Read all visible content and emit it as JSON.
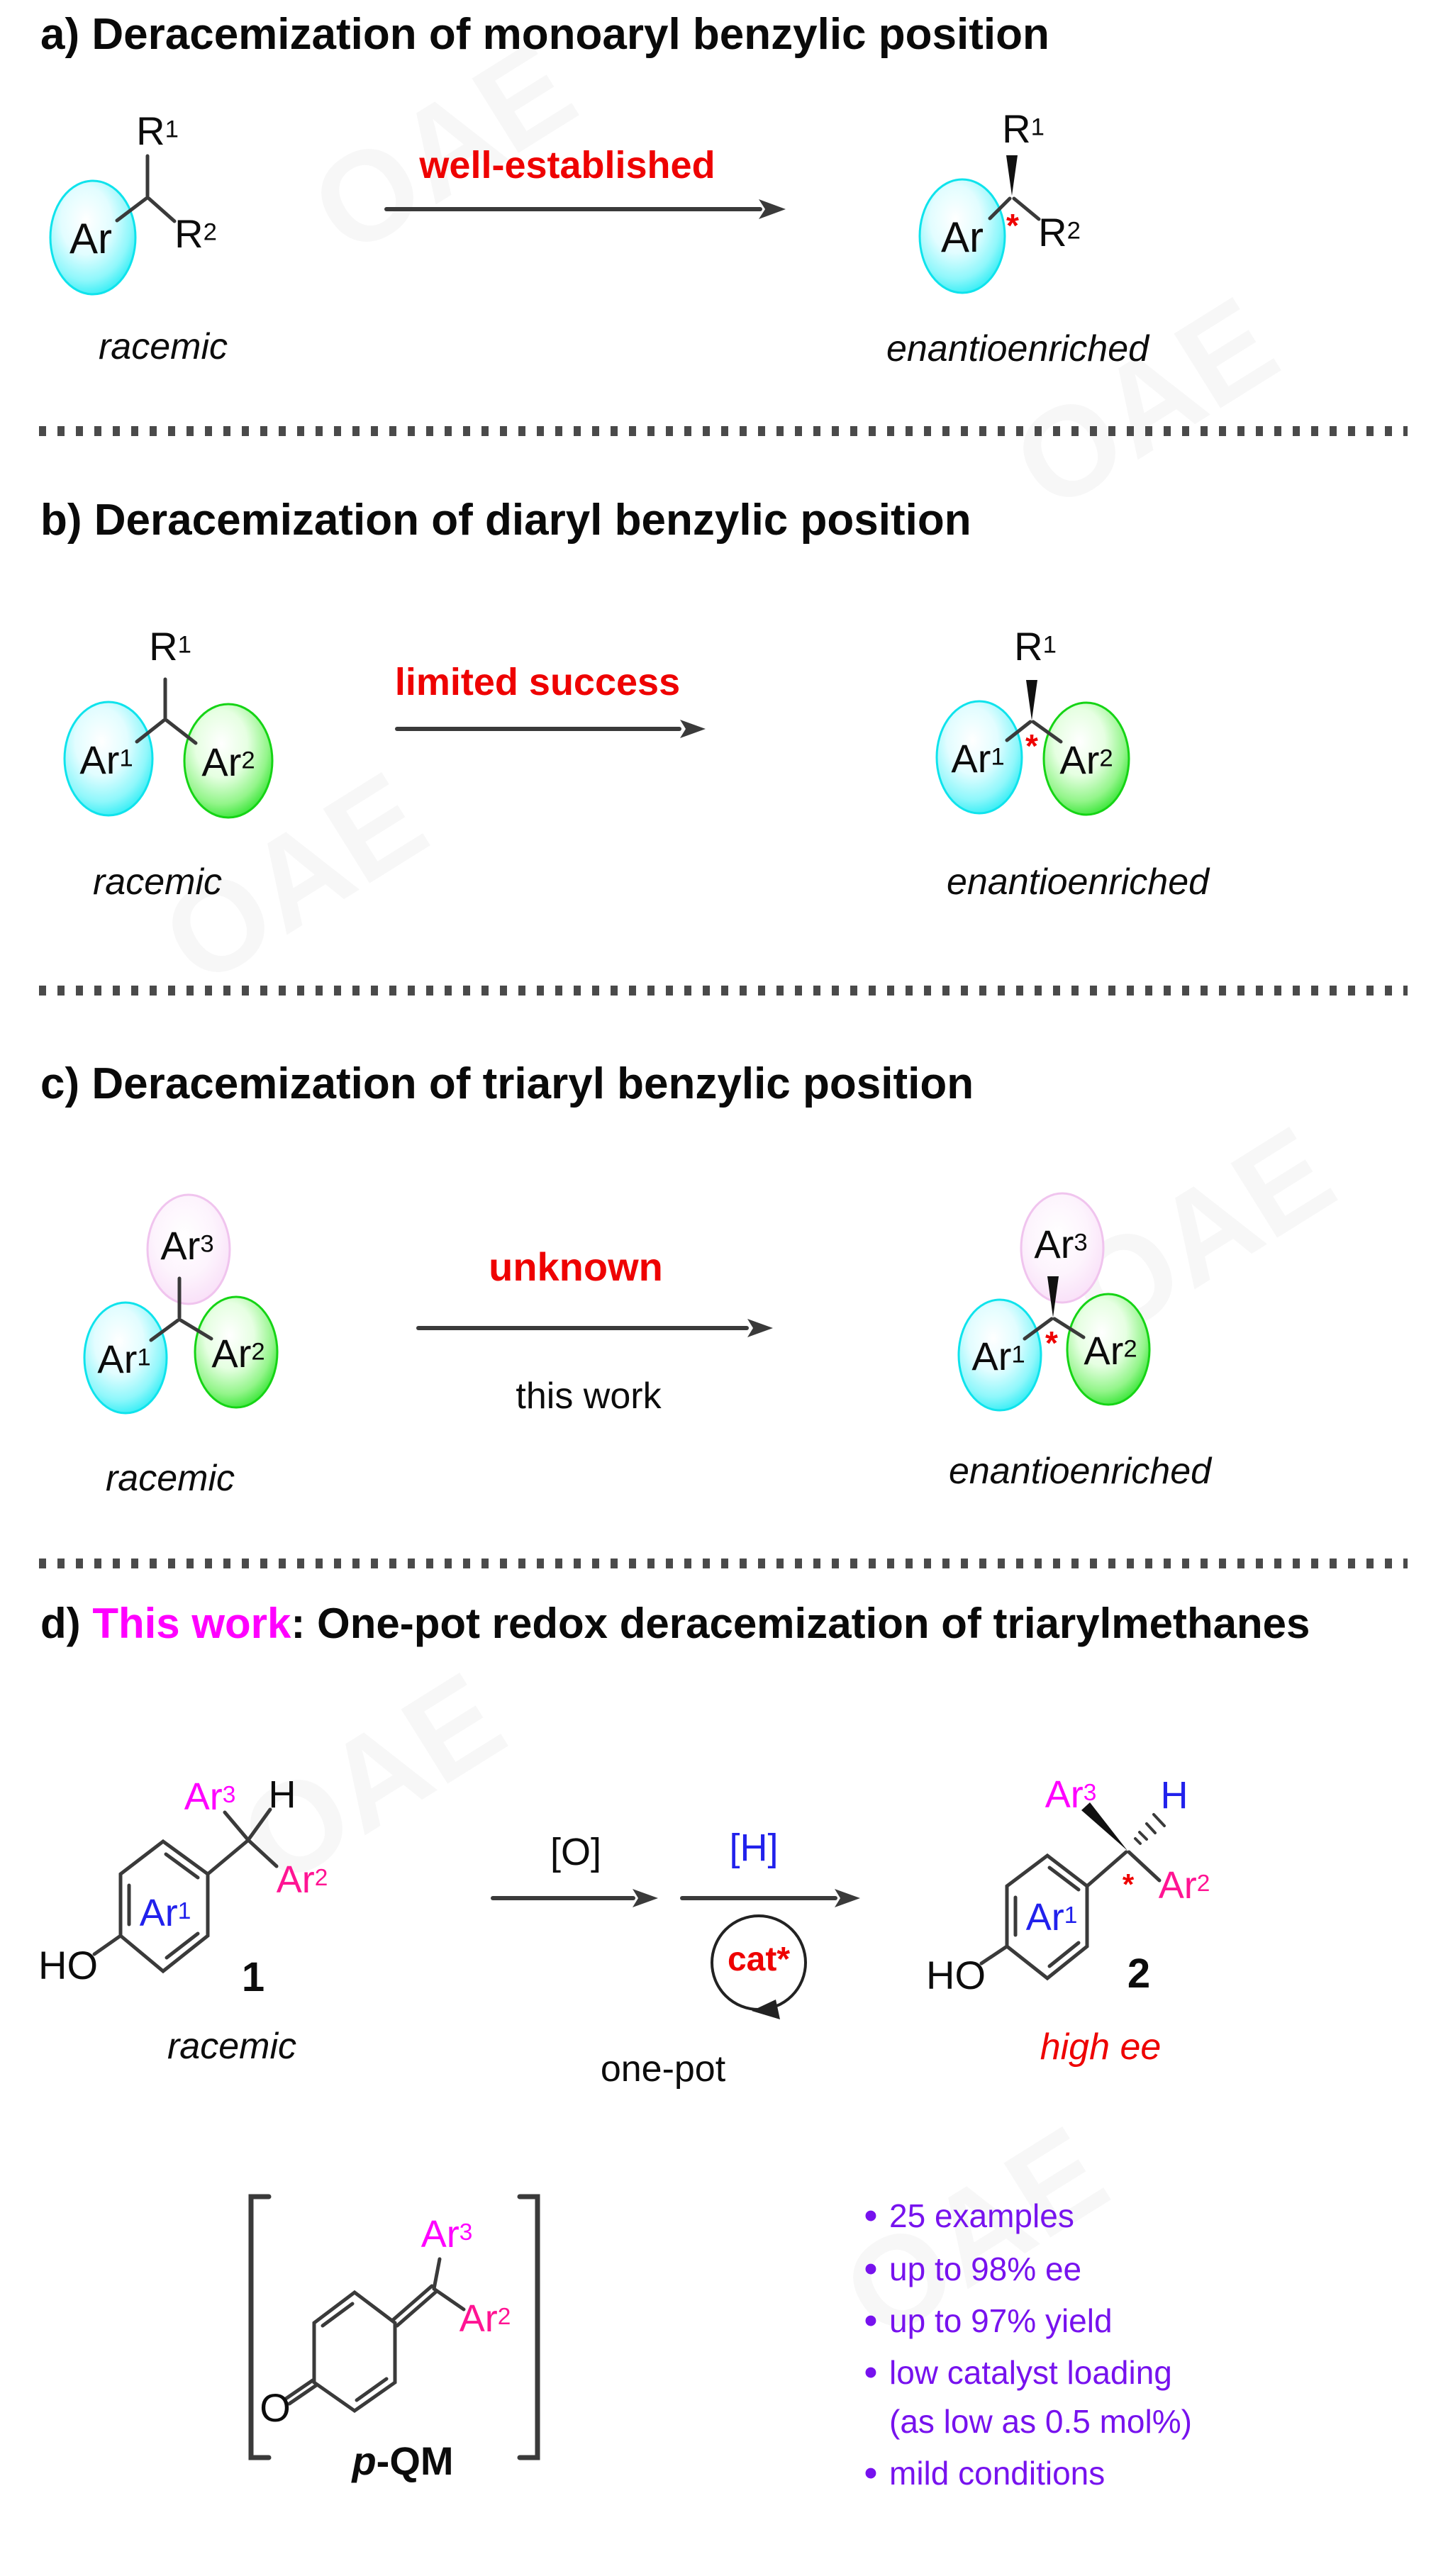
{
  "watermark": "OAE",
  "colors": {
    "accent_red": "#EE0202",
    "magenta": "#FF00FF",
    "deep_pink": "#FF1493",
    "blue": "#2121EC",
    "violet": "#7712EE",
    "cyan_circle": "#00E5EE",
    "green_circle": "#12DD12",
    "pink_circle": "#F6D3F4"
  },
  "sections": {
    "a": {
      "title": "a) Deracemization of monoaryl benzylic position",
      "arrow_label": "well-established",
      "racemic": "racemic",
      "enantioenriched": "enantioenriched",
      "ar": "Ar",
      "r1": {
        "base": "R",
        "sup": "1"
      },
      "r2": {
        "base": "R",
        "sup": "2"
      },
      "star": "*"
    },
    "b": {
      "title": "b) Deracemization of diaryl benzylic position",
      "arrow_label": "limited success",
      "racemic": "racemic",
      "enantioenriched": "enantioenriched",
      "r1": {
        "base": "R",
        "sup": "1"
      },
      "ar1": {
        "base": "Ar",
        "sup": "1"
      },
      "ar2": {
        "base": "Ar",
        "sup": "2"
      },
      "star": "*"
    },
    "c": {
      "title": "c) Deracemization of triaryl benzylic position",
      "arrow_label": "unknown",
      "arrow_sublabel": "this work",
      "racemic": "racemic",
      "enantioenriched": "enantioenriched",
      "ar1": {
        "base": "Ar",
        "sup": "1"
      },
      "ar2": {
        "base": "Ar",
        "sup": "2"
      },
      "ar3": {
        "base": "Ar",
        "sup": "3"
      },
      "star": "*"
    },
    "d": {
      "title_prefix": "d) ",
      "title_highlight": "This work",
      "title_rest": ": One-pot redox deracemization of triarylmethanes",
      "ar1": {
        "base": "Ar",
        "sup": "1"
      },
      "ar2": {
        "base": "Ar",
        "sup": "2"
      },
      "ar3": {
        "base": "Ar",
        "sup": "3"
      },
      "h": "H",
      "ho": "HO",
      "o": "O",
      "star": "*",
      "compound1": "1",
      "compound2": "2",
      "racemic": "racemic",
      "high_ee": "high ee",
      "oxidation": "[O]",
      "reduction": "[H]",
      "catalyst": "cat*",
      "one_pot": "one-pot",
      "pqm_p": "p",
      "pqm_rest": "-QM",
      "bullet_glyph": "•",
      "bullets": [
        "25 examples",
        "up to 98% ee",
        "up to 97% yield",
        "low catalyst loading",
        "(as low as 0.5 mol%)",
        "mild conditions"
      ]
    }
  }
}
